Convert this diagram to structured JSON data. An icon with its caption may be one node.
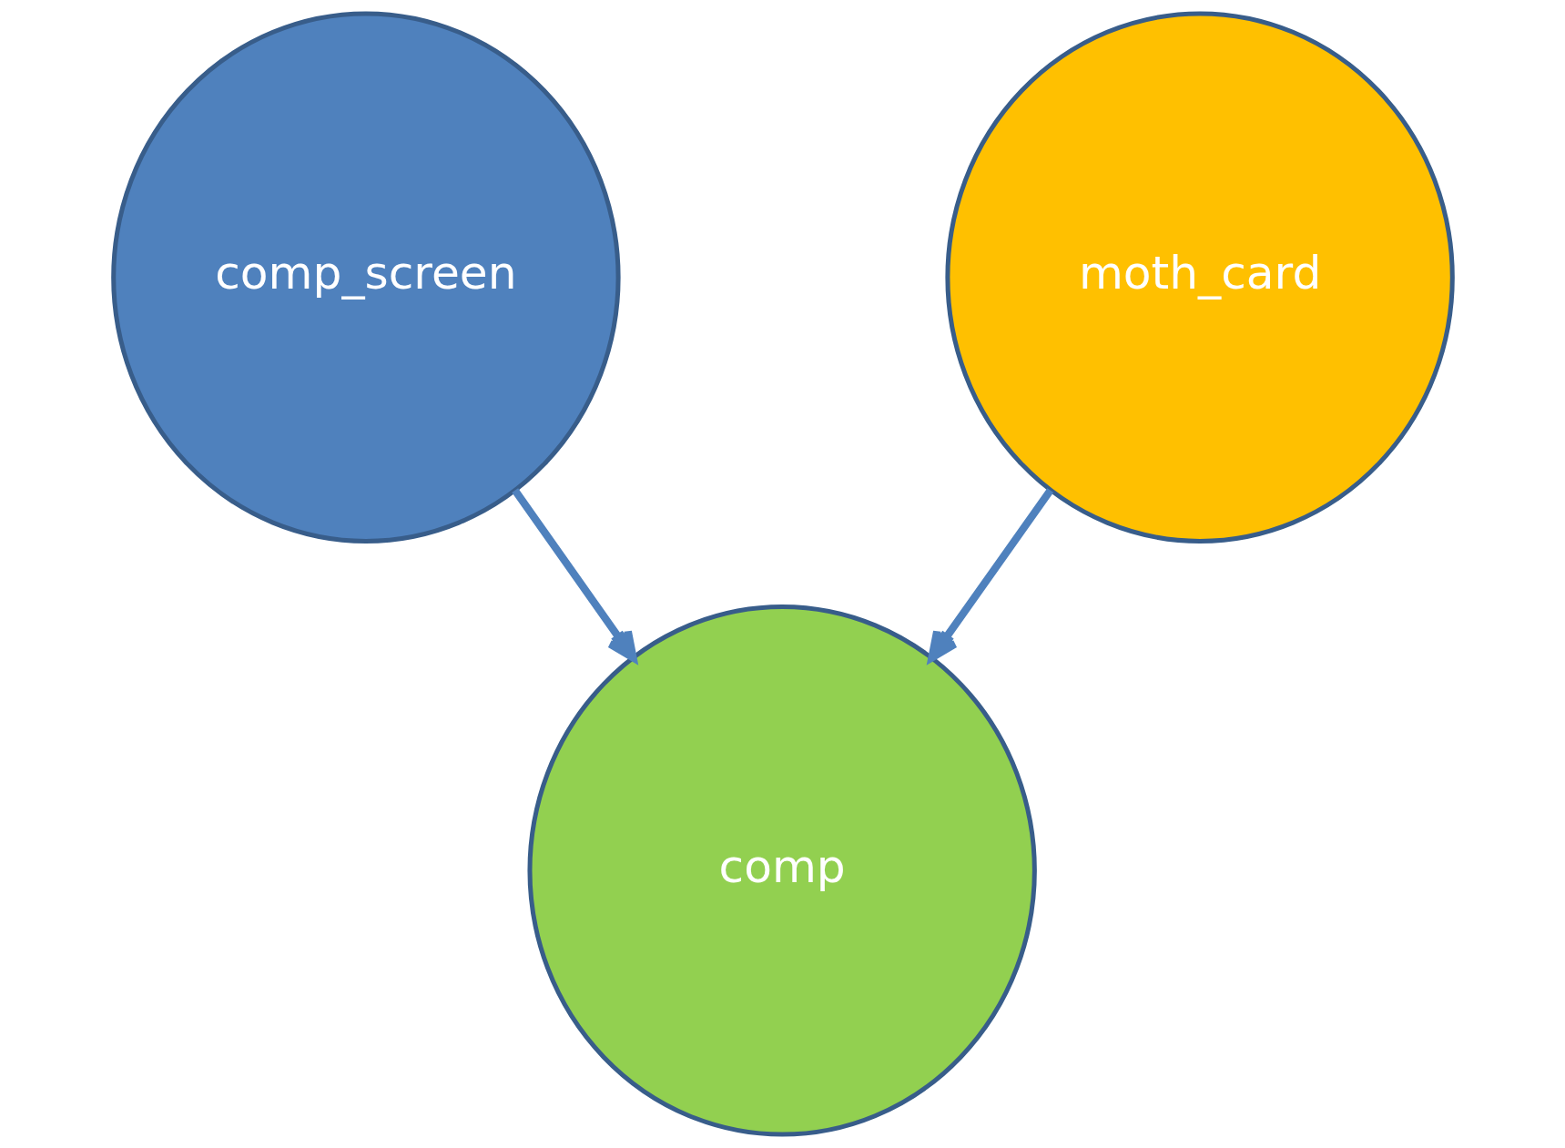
{
  "diagram": {
    "nodes": [
      {
        "text": [
          "comp_screen"
        ]
      },
      {
        "text": [
          "moth_card"
        ]
      },
      {
        "text": [
          "comp"
        ]
      }
    ],
    "edges": [
      {
        "from": 0,
        "to": 2,
        "arrow": "to"
      },
      {
        "from": 1,
        "to": 2,
        "arrow": "to"
      }
    ]
  }
}
